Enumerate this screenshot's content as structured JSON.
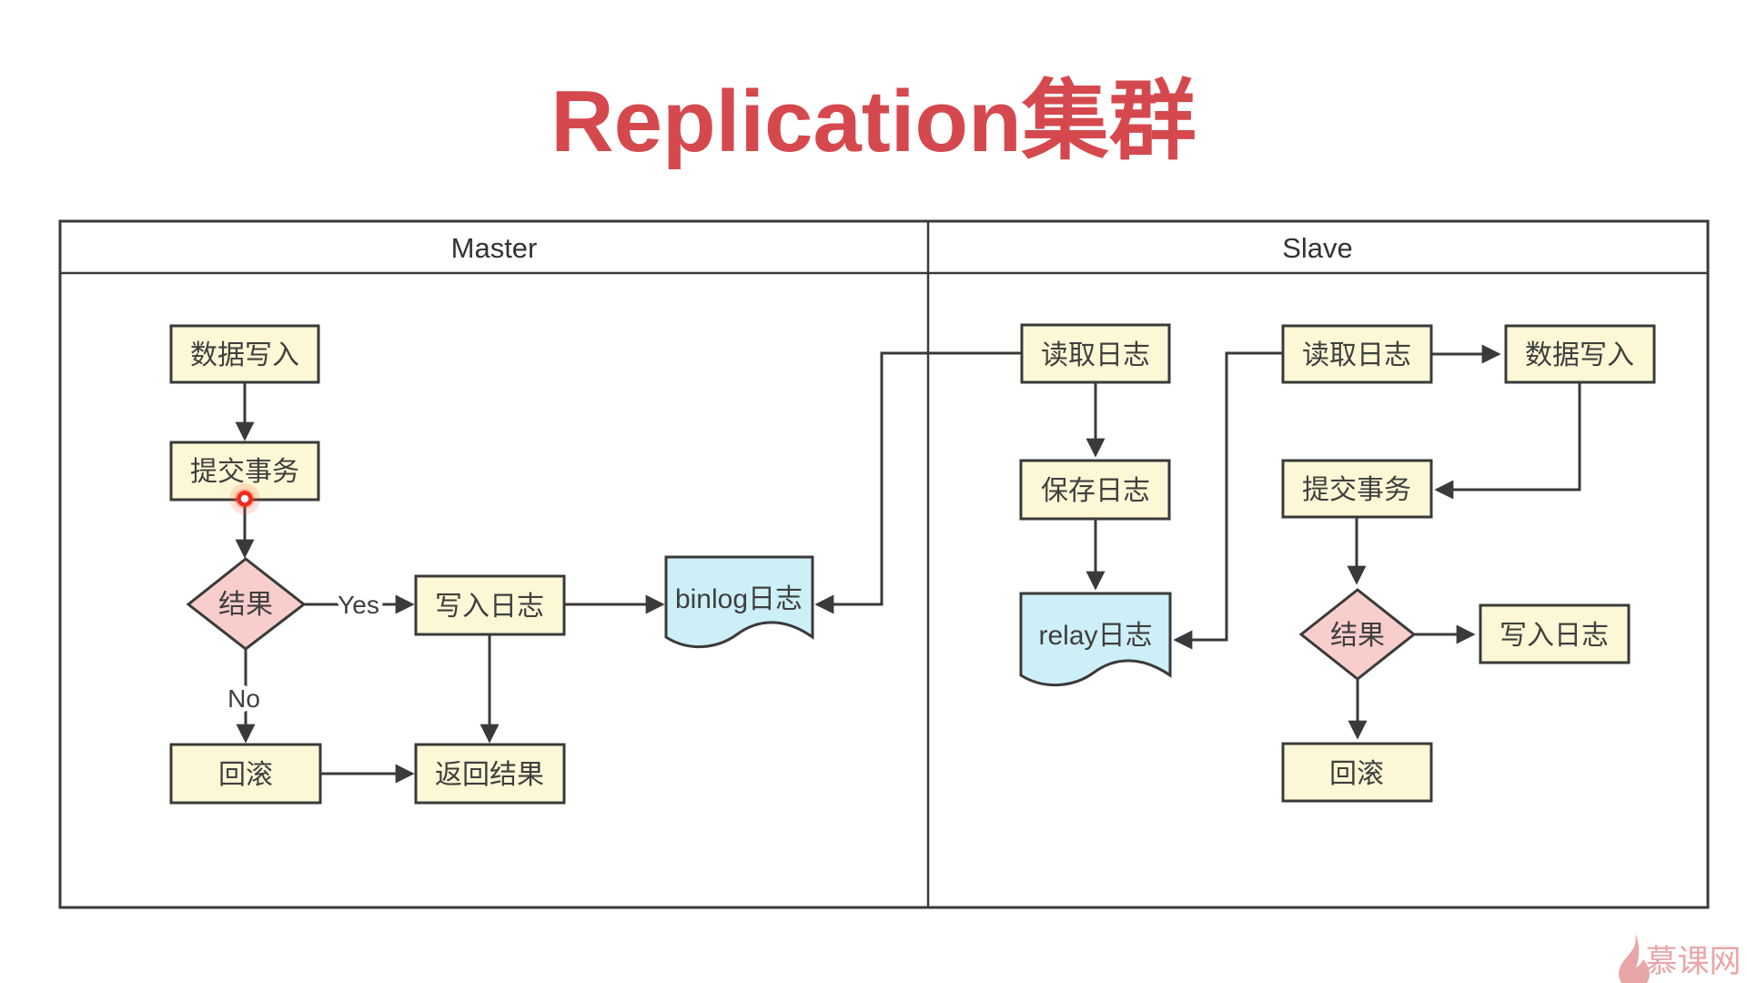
{
  "title": "Replication集群",
  "master": {
    "header": "Master",
    "nodes": {
      "data_write": "数据写入",
      "commit": "提交事务",
      "result": "结果",
      "write_log": "写入日志",
      "binlog": "binlog日志",
      "rollback": "回滚",
      "return_result": "返回结果"
    },
    "edge_labels": {
      "yes": "Yes",
      "no": "No"
    }
  },
  "slave": {
    "header": "Slave",
    "nodes": {
      "read_log_1": "读取日志",
      "save_log": "保存日志",
      "relay": "relay日志",
      "read_log_2": "读取日志",
      "data_write": "数据写入",
      "commit": "提交事务",
      "result": "结果",
      "write_log": "写入日志",
      "rollback": "回滚"
    }
  },
  "watermark": "慕课网",
  "colors": {
    "title_red": "#d5494e",
    "process_fill": "#fcf8d6",
    "decision_fill": "#f8cecc",
    "document_fill": "#cdeff8",
    "line": "#3a3a3a",
    "watermark_pink": "#e9a6a6",
    "click_dot_red": "#f5291a"
  }
}
